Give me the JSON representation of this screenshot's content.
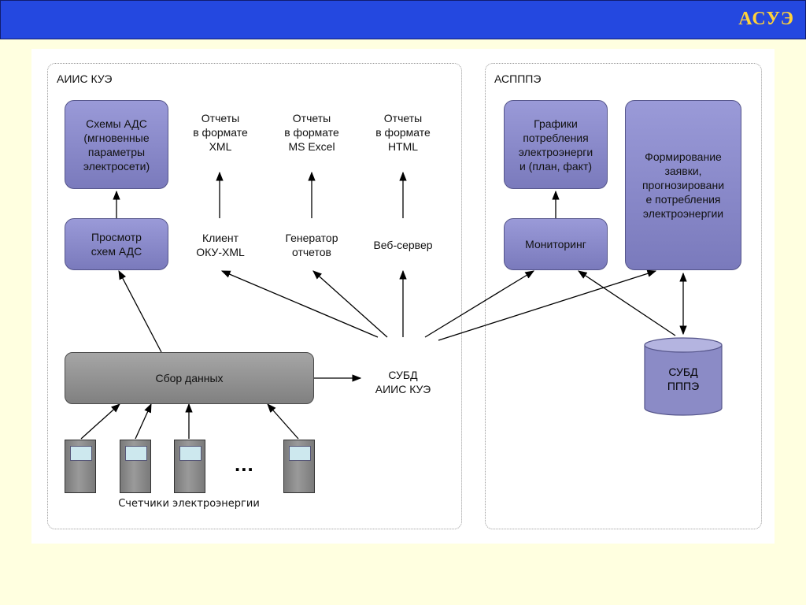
{
  "header": {
    "title": "АСУЭ"
  },
  "sections": {
    "left_label": "АИИС КУЭ",
    "right_label": "АСПППЭ"
  },
  "nodes": {
    "ads_schemes": "Схемы АДС\n(мгновенные\nпараметры\nэлектросети)",
    "xml_reports": "Отчеты\nв формате\nXML",
    "excel_reports": "Отчеты\nв формате\nMS Excel",
    "html_reports": "Отчеты\nв формате\nHTML",
    "view_ads": "Просмотр\nсхем АДС",
    "client_oku": "Клиент\nОКУ-XML",
    "report_generator": "Генератор\nотчетов",
    "web_server": "Веб-сервер",
    "data_collection": "Сбор данных",
    "dbms_aiis": "СУБД\nАИИС КУЭ",
    "consumption_graphs": "Графики\nпотребления\nэлектроэнерги\nи (план, факт)",
    "monitoring": "Мониторинг",
    "forecast": "Формирование\nзаявки,\nпрогнозировани\nе потребления\nэлектроэнергии",
    "dbms_ppe": "СУБД\nПППЭ"
  },
  "meters": {
    "ellipsis": "...",
    "caption": "Счетчики электроэнергии"
  },
  "colors": {
    "header_bg": "#2448e0",
    "header_text": "#ffd23a",
    "purple_box": "#8888c8",
    "gray_box": "#909090",
    "background": "#ffffe0"
  }
}
